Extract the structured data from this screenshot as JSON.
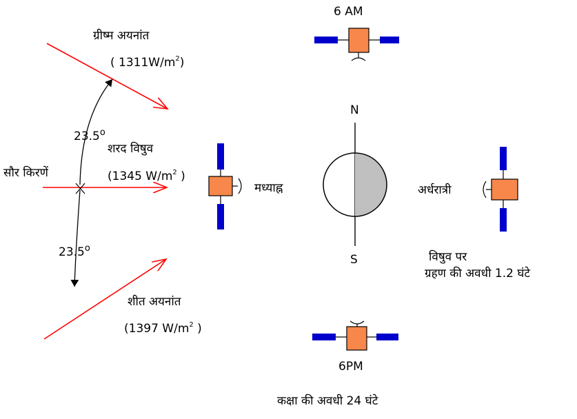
{
  "rays": {
    "summer_solstice": {
      "title": "ग्रीष्म अयनांत",
      "value": "( 1311W/m",
      "unit_exp": "2",
      "close": ")"
    },
    "equinox": {
      "title": "शरद विषुव",
      "value": "(1345 W/m",
      "unit_exp": "2",
      "close": " )"
    },
    "winter_solstice": {
      "title": "शीत अयनांत",
      "value": "(1397 W/m",
      "unit_exp": "2",
      "close": " )"
    },
    "sun_rays_label": "सौर किरणें",
    "angle_upper": "23.5",
    "angle_lower": "23.5",
    "degree_symbol": "o",
    "color": "#ff0000"
  },
  "orbit": {
    "time_6am": "6 AM",
    "time_6pm": "6PM",
    "noon": "मध्याह्न",
    "midnight": "अर्धरात्री",
    "north": "N",
    "south": "S",
    "eclipse_line1": "विषुव पर",
    "eclipse_line2": "ग्रहण की अवधी 1.2 घंटे",
    "orbit_period": "कक्षा की अवधी 24 घंटे"
  },
  "colors": {
    "satellite_body": "#f7874a",
    "solar_panel": "#0000cc",
    "earth_shadow": "#c0c0c0",
    "ray": "#ff0000"
  }
}
